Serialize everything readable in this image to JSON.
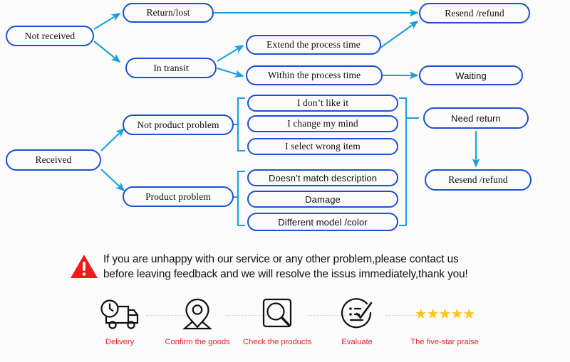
{
  "colors": {
    "node_border": "#1a4fd6",
    "arrow": "#19a0dc",
    "bracket": "#19a0dc",
    "warning_red": "#e8252a",
    "label_red": "#e8252a",
    "star_gold": "#ffc416",
    "background": "#fbfbfc"
  },
  "flowchart": {
    "nodes": {
      "not_received": "Not  received",
      "return_lost": "Return/lost",
      "in_transit": "In transit",
      "extend_process_time": "Extend  the process time",
      "within_process_time": "Within  the process time",
      "resend_refund_top": "Resend /refund",
      "waiting": "Waiting",
      "received": "Received",
      "not_product_problem": "Not product problem",
      "product_problem": "Product problem",
      "dont_like_it": "I don’t like it",
      "change_my_mind": "I change my mind",
      "select_wrong_item": "I select  wrong item",
      "doesnt_match_description": "Doesn’t match description",
      "damage": "Damage",
      "different_model_color": "Different  model /color",
      "need_return": "Need return",
      "resend_refund_bottom": "Resend /refund"
    }
  },
  "notice": {
    "icon": "warning-triangle-icon",
    "line1": "If you are unhappy with our service or any other problem,please contact us",
    "line2": "before leaving feedback and we will resolve the issus immediately,thank you!"
  },
  "steps": {
    "items": [
      {
        "icon": "delivery-truck-icon",
        "label": "Delivery"
      },
      {
        "icon": "location-pin-icon",
        "label": "Confirm the goods"
      },
      {
        "icon": "magnifier-icon",
        "label": "Check the products"
      },
      {
        "icon": "checklist-icon",
        "label": "Evaluate"
      },
      {
        "icon": "five-stars-icon",
        "label": "The five-star praise",
        "stars": "★★★★★"
      }
    ]
  }
}
